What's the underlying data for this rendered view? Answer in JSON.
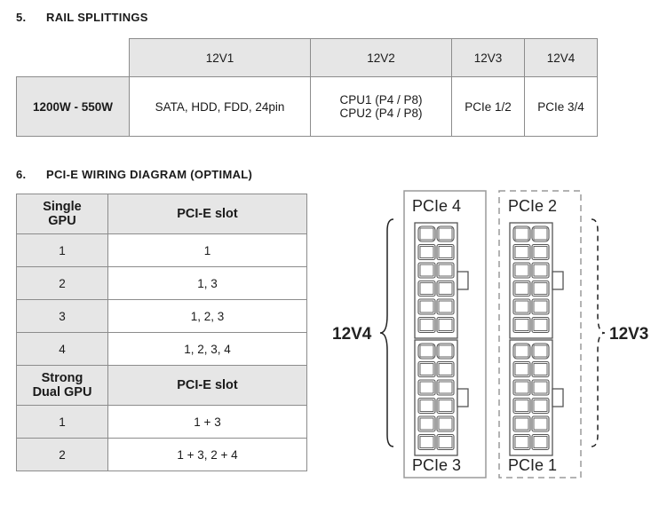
{
  "section5": {
    "number": "5.",
    "title": "RAIL SPLITTINGS"
  },
  "rail_table": {
    "headers": [
      "12V1",
      "12V2",
      "12V3",
      "12V4"
    ],
    "row_label": "1200W - 550W",
    "cells": {
      "v1": "SATA, HDD, FDD, 24pin",
      "v2_line1": "CPU1 (P4 / P8)",
      "v2_line2": "CPU2 (P4 / P8)",
      "v3": "PCIe 1/2",
      "v4": "PCIe 3/4"
    }
  },
  "section6": {
    "number": "6.",
    "title": "PCI-E WIRING DIAGRAM (OPTIMAL)"
  },
  "pcie_table": {
    "single_label_1": "Single",
    "single_label_2": "GPU",
    "slot_header": "PCI-E slot",
    "single_rows": [
      {
        "gpu": "1",
        "slot": "1"
      },
      {
        "gpu": "2",
        "slot": "1, 3"
      },
      {
        "gpu": "3",
        "slot": "1, 2, 3"
      },
      {
        "gpu": "4",
        "slot": "1, 2, 3, 4"
      }
    ],
    "dual_label_1": "Strong",
    "dual_label_2": "Dual GPU",
    "dual_slot_header": "PCI-E slot",
    "dual_rows": [
      {
        "gpu": "1",
        "slot": "1 + 3"
      },
      {
        "gpu": "2",
        "slot": "1 + 3, 2 + 4"
      }
    ]
  },
  "diagram": {
    "left_group": {
      "top_label": "PCIe 4",
      "bottom_label": "PCIe 3",
      "rail": "12V4",
      "border": "solid"
    },
    "right_group": {
      "top_label": "PCIe 2",
      "bottom_label": "PCIe 1",
      "rail": "12V3",
      "border": "dashed"
    },
    "colors": {
      "line": "#666666",
      "box_border": "#999999"
    }
  }
}
